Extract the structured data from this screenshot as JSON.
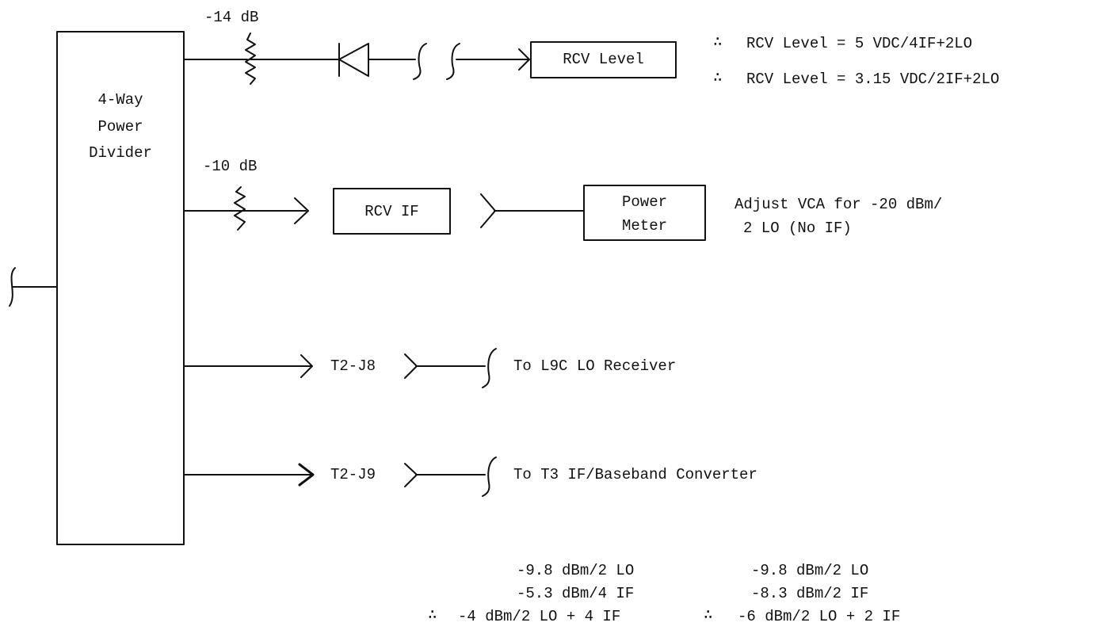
{
  "divider": {
    "line1": "4-Way",
    "line2": "Power",
    "line3": "Divider"
  },
  "attenuators": {
    "top": "-14 dB",
    "second": "-10 dB"
  },
  "boxes": {
    "rcv_level": "RCV Level",
    "rcv_if": "RCV IF",
    "power_meter_line1": "Power",
    "power_meter_line2": "Meter"
  },
  "notes": {
    "therefore_symbol": "∴",
    "rcv_level_1": "RCV Level = 5 VDC/4IF+2LO",
    "rcv_level_2": "RCV Level = 3.15 VDC/2IF+2LO",
    "vca_line1": "Adjust VCA for -20 dBm/",
    "vca_line2": "2 LO (No IF)"
  },
  "ports": {
    "j8": "T2-J8",
    "j8_dest": "To L9C LO Receiver",
    "j9": "T2-J9",
    "j9_dest": "To T3 IF/Baseband Converter"
  },
  "levels": {
    "left_1": "-9.8 dBm/2 LO",
    "left_2": "-5.3 dBm/4 IF",
    "left_3": "-4 dBm/2 LO + 4 IF",
    "right_1": "-9.8 dBm/2 LO",
    "right_2": "-8.3 dBm/2 IF",
    "right_3": "-6 dBm/2 LO + 2 IF"
  }
}
